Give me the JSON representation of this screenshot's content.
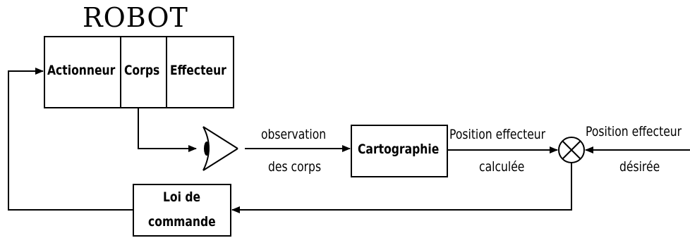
{
  "title": "ROBOT",
  "robot_blocks": {
    "actionneur": "Actionneur",
    "corps": "Corps",
    "effecteur": "Effecteur"
  },
  "cartographie": "Cartographie",
  "loi_de_commande": {
    "line1": "Loi de",
    "line2": "commande"
  },
  "edges": {
    "observation_line1": "observation",
    "observation_line2": "des corps",
    "calculee_line1": "Position effecteur",
    "calculee_line2": "calculée",
    "desiree_line1": "Position effecteur",
    "desiree_line2": "désirée"
  }
}
